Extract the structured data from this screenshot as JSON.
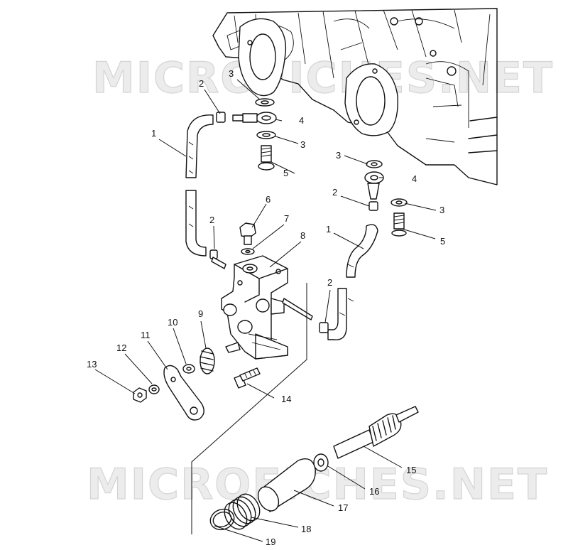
{
  "watermark": {
    "top": "MICROFICHES.NET",
    "bottom": "MICROFICHES.NET"
  },
  "callouts": [
    {
      "id": "c1a",
      "label": "1"
    },
    {
      "id": "c1b",
      "label": "1"
    },
    {
      "id": "c2a",
      "label": "2"
    },
    {
      "id": "c2b",
      "label": "2"
    },
    {
      "id": "c2c",
      "label": "2"
    },
    {
      "id": "c2d",
      "label": "2"
    },
    {
      "id": "c3a",
      "label": "3"
    },
    {
      "id": "c3b",
      "label": "3"
    },
    {
      "id": "c3c",
      "label": "3"
    },
    {
      "id": "c3d",
      "label": "3"
    },
    {
      "id": "c4a",
      "label": "4"
    },
    {
      "id": "c4b",
      "label": "4"
    },
    {
      "id": "c5a",
      "label": "5"
    },
    {
      "id": "c5b",
      "label": "5"
    },
    {
      "id": "c6",
      "label": "6"
    },
    {
      "id": "c7",
      "label": "7"
    },
    {
      "id": "c8",
      "label": "8"
    },
    {
      "id": "c9",
      "label": "9"
    },
    {
      "id": "c10",
      "label": "10"
    },
    {
      "id": "c11",
      "label": "11"
    },
    {
      "id": "c12",
      "label": "12"
    },
    {
      "id": "c13",
      "label": "13"
    },
    {
      "id": "c14",
      "label": "14"
    },
    {
      "id": "c15",
      "label": "15"
    },
    {
      "id": "c16",
      "label": "16"
    },
    {
      "id": "c17",
      "label": "17"
    },
    {
      "id": "c18",
      "label": "18"
    },
    {
      "id": "c19",
      "label": "19"
    }
  ]
}
